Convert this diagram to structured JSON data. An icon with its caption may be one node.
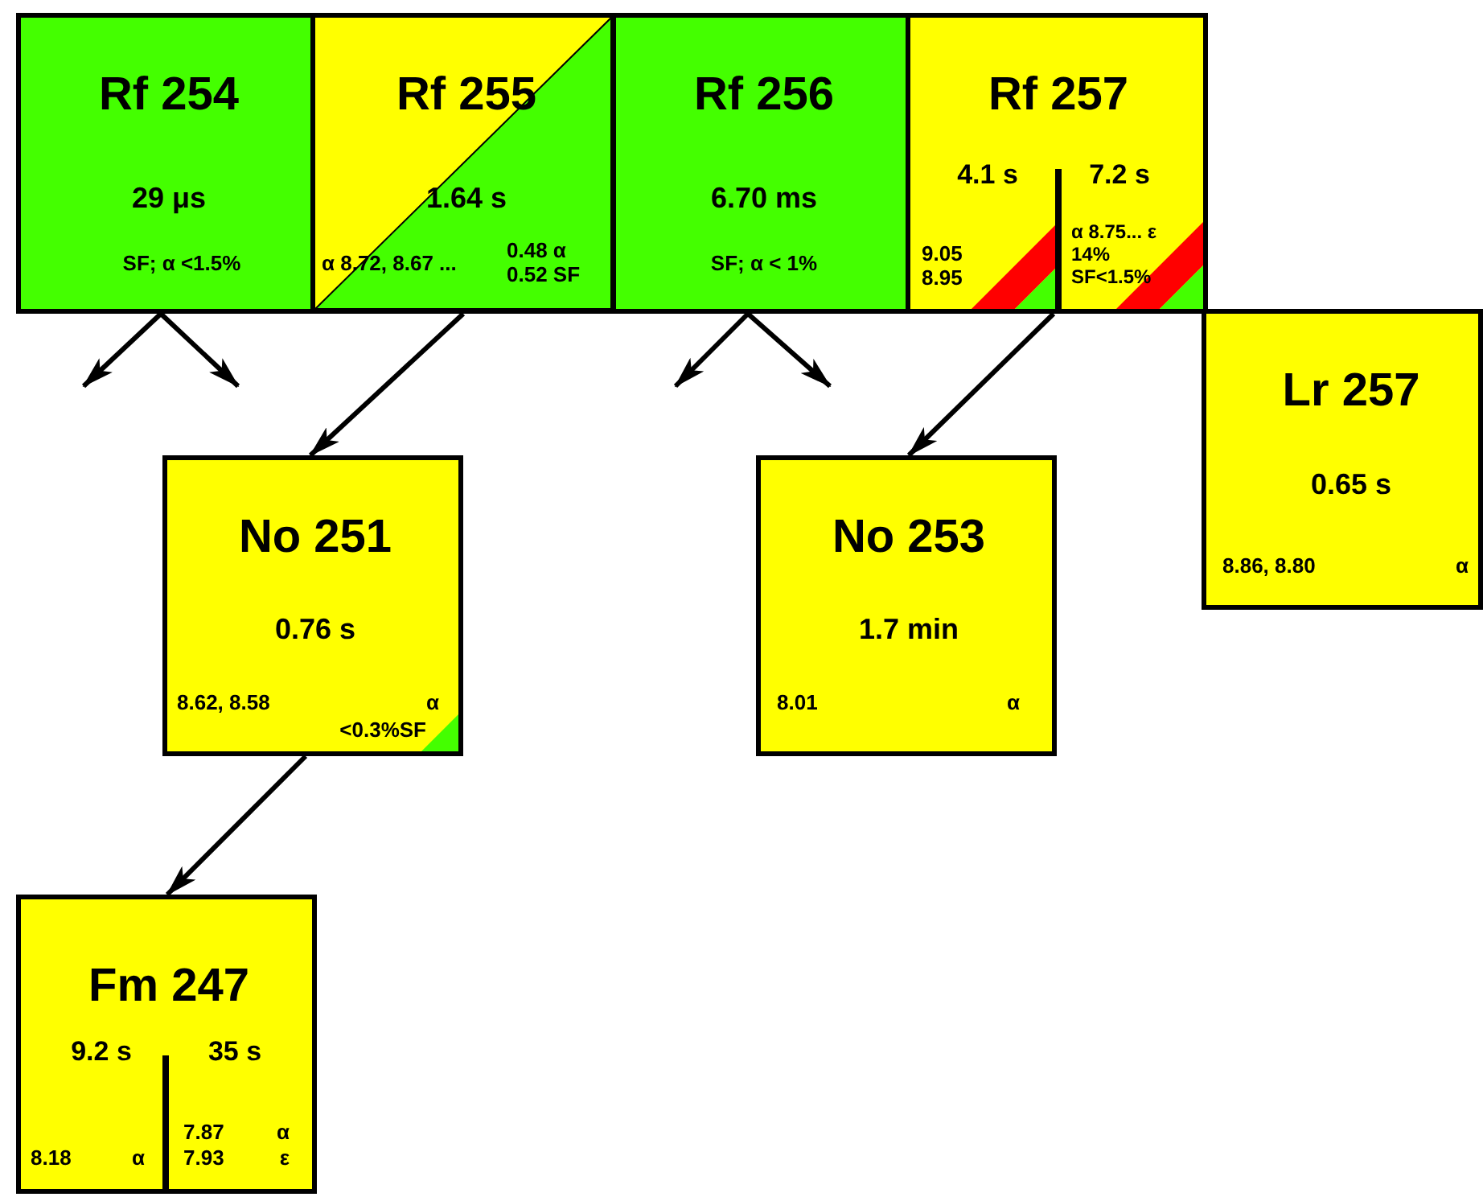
{
  "diagram": {
    "nodes": [
      {
        "text": [
          "Rf 254",
          "29 μs",
          "SF; α <1.5%"
        ]
      },
      {
        "text": [
          "Rf 255",
          "1.64 s",
          "α 8.72, 8.67 ...",
          "0.48 α 0.52 SF"
        ]
      },
      {
        "text": [
          "Rf 256",
          "6.70 ms",
          "SF; α < 1%"
        ]
      },
      {
        "text": [
          "Rf 257",
          "4.1 s",
          "7.2 s",
          "9.05 8.95",
          "α 8.75... ε 14% SF<1.5%"
        ]
      },
      {
        "text": [
          "Lr 257",
          "0.65 s",
          "8.86, 8.80",
          "α"
        ]
      },
      {
        "text": [
          "No 251",
          "0.76 s",
          "8.62, 8.58",
          "α",
          "<0.3%SF"
        ]
      },
      {
        "text": [
          "No 253",
          "1.7 min",
          "8.01",
          "α"
        ]
      },
      {
        "text": [
          "Fm 247",
          "9.2 s",
          "35 s",
          "8.18",
          "α",
          "7.87",
          "α",
          "7.93",
          "ε"
        ]
      }
    ],
    "edges": [
      {
        "from": 0,
        "to": null,
        "arrow": "to"
      },
      {
        "from": 0,
        "to": null,
        "arrow": "to"
      },
      {
        "from": 1,
        "to": 5,
        "arrow": "to"
      },
      {
        "from": 2,
        "to": null,
        "arrow": "to"
      },
      {
        "from": 2,
        "to": null,
        "arrow": "to"
      },
      {
        "from": 3,
        "to": 6,
        "arrow": "to"
      },
      {
        "from": 5,
        "to": 7,
        "arrow": "to"
      }
    ]
  }
}
